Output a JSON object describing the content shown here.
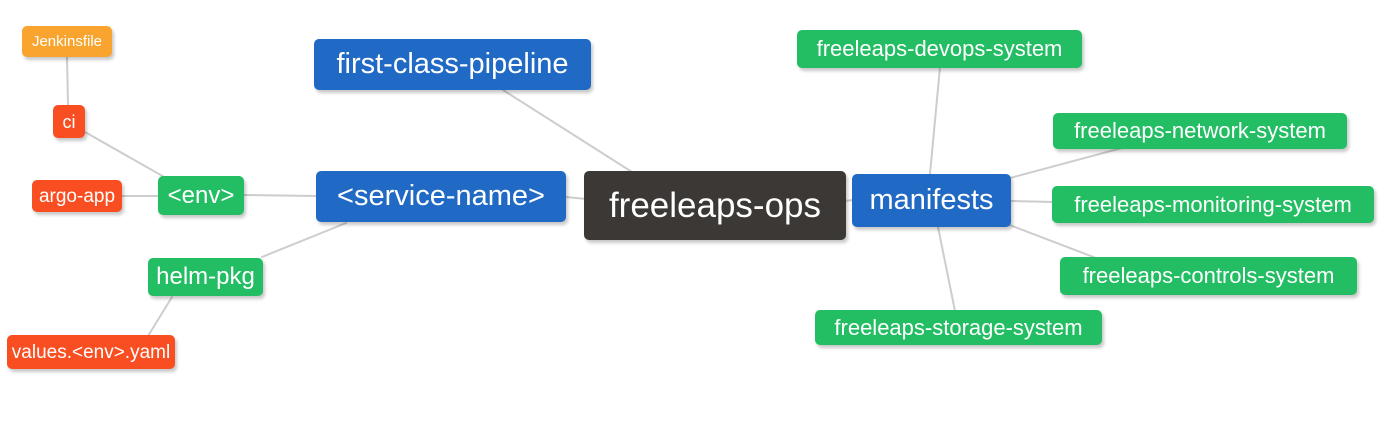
{
  "diagram": {
    "type": "mindmap",
    "root": "freeleaps-ops",
    "background": "#FFFFFF"
  },
  "palette": {
    "root_dark": "#3B3835",
    "branch_blue": "#2069C4",
    "leaf_green": "#23BE63",
    "leaf_red": "#F94E22",
    "leaf_orange": "#F8A42E",
    "connector_gray": "#CDCDCD",
    "node_text": "#FFFFFF"
  },
  "nodes": {
    "freeleaps_ops": {
      "label": "freeleaps-ops",
      "color": "#3B3835",
      "role": "root"
    },
    "first_class_pipeline": {
      "label": "first-class-pipeline",
      "color": "#2069C4",
      "role": "branch"
    },
    "service_name": {
      "label": "<service-name>",
      "color": "#2069C4",
      "role": "branch"
    },
    "manifests": {
      "label": "manifests",
      "color": "#2069C4",
      "role": "branch"
    },
    "env": {
      "label": "<env>",
      "color": "#23BE63",
      "role": "sub-branch"
    },
    "helm_pkg": {
      "label": "helm-pkg",
      "color": "#23BE63",
      "role": "sub-branch"
    },
    "jenkinsfile": {
      "label": "Jenkinsfile",
      "color": "#F8A42E",
      "role": "leaf"
    },
    "ci": {
      "label": "ci",
      "color": "#F94E22",
      "role": "leaf"
    },
    "argo_app": {
      "label": "argo-app",
      "color": "#F94E22",
      "role": "leaf"
    },
    "values_env_yaml": {
      "label": "values.<env>.yaml",
      "color": "#F94E22",
      "role": "leaf"
    },
    "devops_system": {
      "label": "freeleaps-devops-system",
      "color": "#23BE63",
      "role": "leaf"
    },
    "network_system": {
      "label": "freeleaps-network-system",
      "color": "#23BE63",
      "role": "leaf"
    },
    "monitoring_system": {
      "label": "freeleaps-monitoring-system",
      "color": "#23BE63",
      "role": "leaf"
    },
    "controls_system": {
      "label": "freeleaps-controls-system",
      "color": "#23BE63",
      "role": "leaf"
    },
    "storage_system": {
      "label": "freeleaps-storage-system",
      "color": "#23BE63",
      "role": "leaf"
    }
  },
  "edges": [
    {
      "from": "jenkinsfile",
      "to": "ci"
    },
    {
      "from": "ci",
      "to": "env"
    },
    {
      "from": "argo_app",
      "to": "env"
    },
    {
      "from": "env",
      "to": "service_name"
    },
    {
      "from": "helm_pkg",
      "to": "service_name"
    },
    {
      "from": "values_env_yaml",
      "to": "helm_pkg"
    },
    {
      "from": "service_name",
      "to": "freeleaps_ops"
    },
    {
      "from": "first_class_pipeline",
      "to": "freeleaps_ops"
    },
    {
      "from": "freeleaps_ops",
      "to": "manifests"
    },
    {
      "from": "manifests",
      "to": "devops_system"
    },
    {
      "from": "manifests",
      "to": "network_system"
    },
    {
      "from": "manifests",
      "to": "monitoring_system"
    },
    {
      "from": "manifests",
      "to": "controls_system"
    },
    {
      "from": "manifests",
      "to": "storage_system"
    }
  ]
}
